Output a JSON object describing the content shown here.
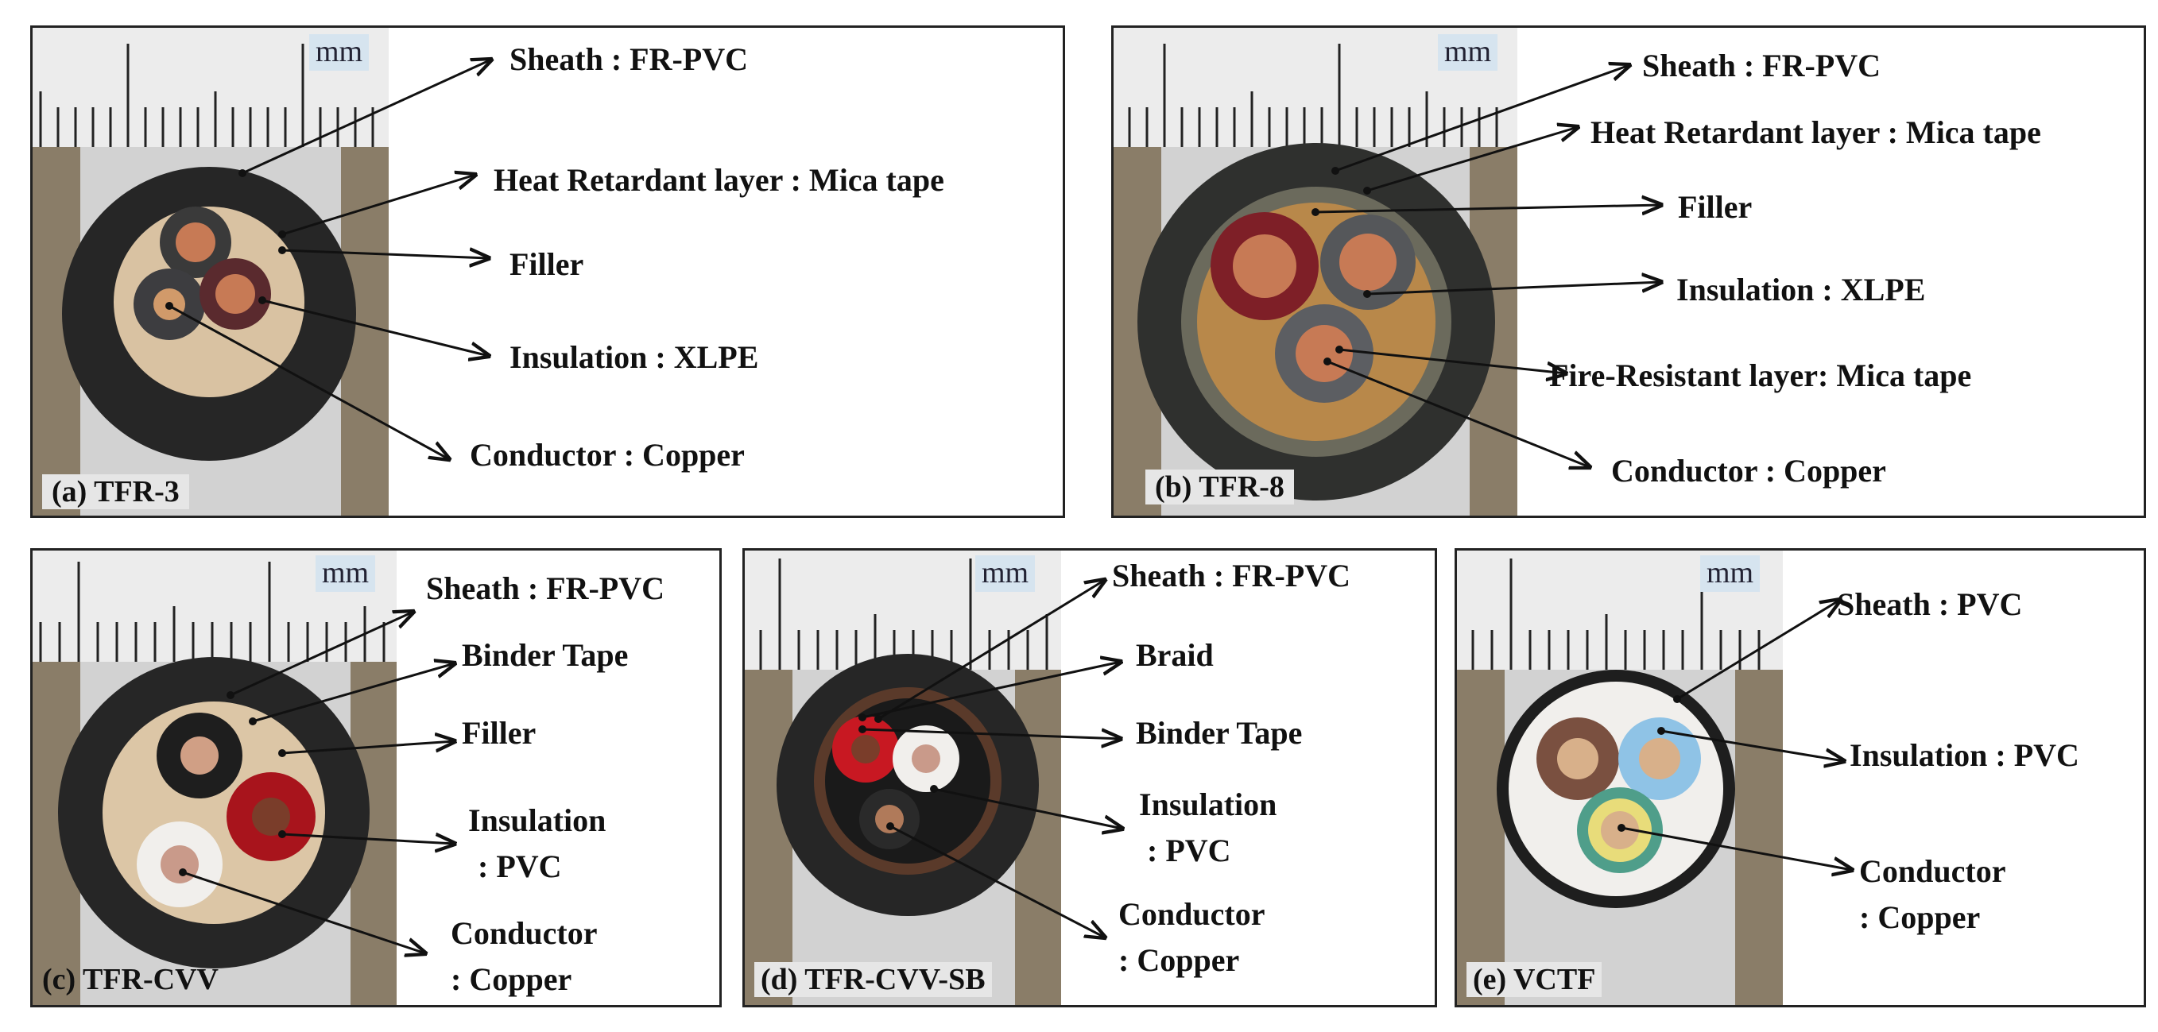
{
  "unit": "mm",
  "panels": {
    "a": {
      "caption": "(a) TFR-3",
      "labels": [
        "Sheath : FR-PVC",
        "Heat Retardant layer : Mica tape",
        "Filler",
        "Insulation : XLPE",
        "Conductor : Copper"
      ]
    },
    "b": {
      "caption": "(b) TFR-8",
      "labels": [
        "Sheath : FR-PVC",
        "Heat Retardant layer : Mica tape",
        "Filler",
        "Insulation : XLPE",
        "Fire-Resistant layer: Mica tape",
        "Conductor : Copper"
      ]
    },
    "c": {
      "caption": "(c) TFR-CVV",
      "labels": [
        "Sheath : FR-PVC",
        "Binder Tape",
        "Filler",
        "Insulation",
        ": PVC",
        "Conductor",
        ": Copper"
      ]
    },
    "d": {
      "caption": "(d) TFR-CVV-SB",
      "labels": [
        "Sheath : FR-PVC",
        "Braid",
        "Binder Tape",
        "Insulation",
        ": PVC",
        "Conductor",
        ": Copper"
      ]
    },
    "e": {
      "caption": "(e) VCTF",
      "labels": [
        "Sheath : PVC",
        "Insulation : PVC",
        "Conductor",
        ": Copper"
      ]
    }
  },
  "colors": {
    "ruler_bg": "#e9e9e9",
    "side_tan": "#8a7d68",
    "inner_bg": "#d4d4d4",
    "sheath_black": "#262626",
    "filler_beige": "#d9c2a2",
    "filler_gold": "#b8884a",
    "copper": "#c77a55",
    "ins_red": "#8b1f23",
    "ins_grey": "#55575a",
    "ins_brown": "#7a5040",
    "ins_blue": "#8fc3e6",
    "ins_green": "#4f9e8a",
    "ins_white": "#f1efec"
  }
}
